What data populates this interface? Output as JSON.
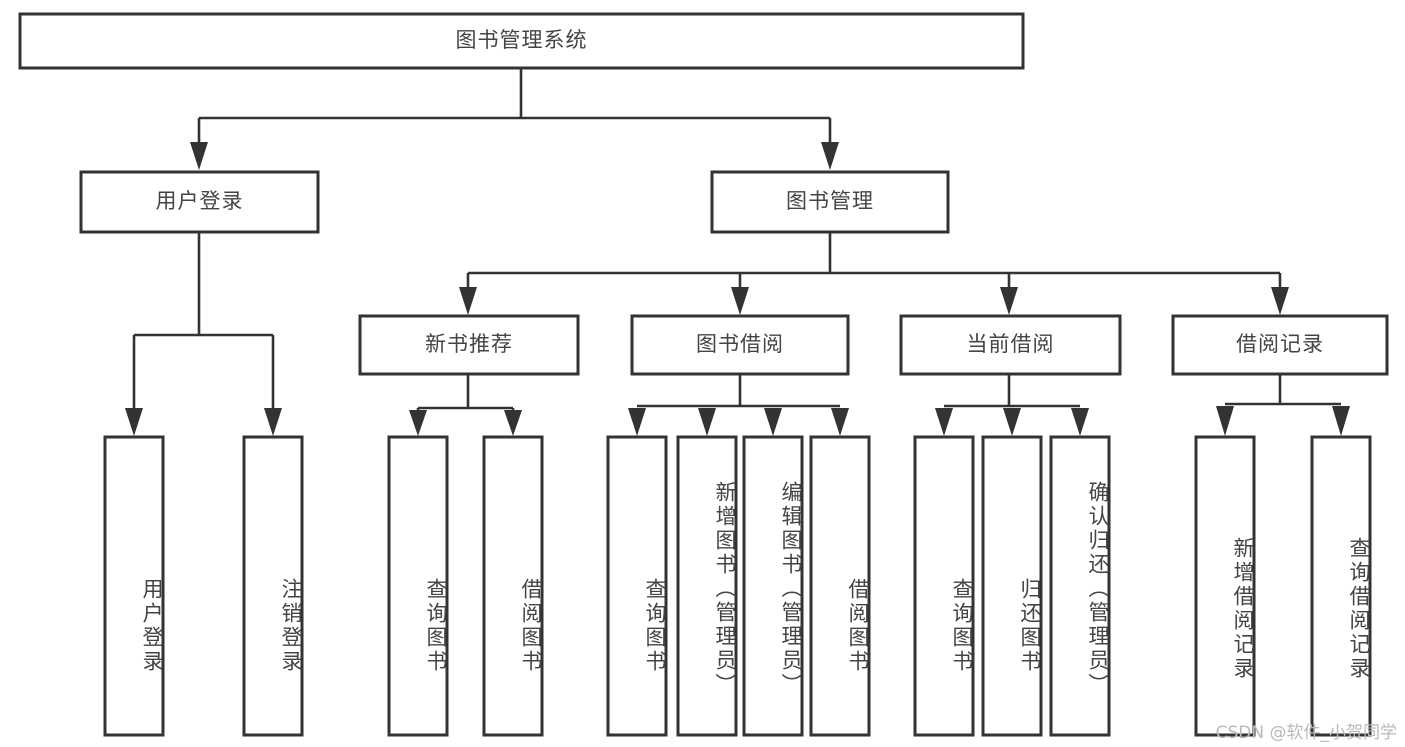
{
  "diagram": {
    "type": "tree",
    "title": "图书管理系统",
    "watermark": "CSDN @软件_小贺同学",
    "nodes": {
      "root": {
        "label": "图书管理系统",
        "level": 0
      },
      "user_login": {
        "label": "用户登录",
        "level": 1
      },
      "book_manage": {
        "label": "图书管理",
        "level": 1
      },
      "new_book_rec": {
        "label": "新书推荐",
        "level": 2
      },
      "book_borrow": {
        "label": "图书借阅",
        "level": 2
      },
      "current_borrow": {
        "label": "当前借阅",
        "level": 2
      },
      "borrow_record": {
        "label": "借阅记录",
        "level": 2
      },
      "leaf_user_login": {
        "label": "用户登录",
        "level": 3
      },
      "leaf_logout": {
        "label": "注销登录",
        "level": 3
      },
      "leaf_query_book_1": {
        "label": "查询图书",
        "level": 3
      },
      "leaf_borrow_book_1": {
        "label": "借阅图书",
        "level": 3
      },
      "leaf_query_book_2": {
        "label": "查询图书",
        "level": 3
      },
      "leaf_add_book": {
        "label": "新增图书（管理员）",
        "level": 3
      },
      "leaf_edit_book": {
        "label": "编辑图书（管理员）",
        "level": 3
      },
      "leaf_borrow_book_2": {
        "label": "借阅图书",
        "level": 3
      },
      "leaf_query_book_3": {
        "label": "查询图书",
        "level": 3
      },
      "leaf_return_book": {
        "label": "归还图书",
        "level": 3
      },
      "leaf_confirm_return": {
        "label": "确认归还（管理员）",
        "level": 3
      },
      "leaf_add_record": {
        "label": "新增借阅记录",
        "level": 3
      },
      "leaf_query_record": {
        "label": "查询借阅记录",
        "level": 3
      }
    },
    "edges": [
      {
        "from": "root",
        "to": "user_login"
      },
      {
        "from": "root",
        "to": "book_manage"
      },
      {
        "from": "user_login",
        "to": "leaf_user_login"
      },
      {
        "from": "user_login",
        "to": "leaf_logout"
      },
      {
        "from": "book_manage",
        "to": "new_book_rec"
      },
      {
        "from": "book_manage",
        "to": "book_borrow"
      },
      {
        "from": "book_manage",
        "to": "current_borrow"
      },
      {
        "from": "book_manage",
        "to": "borrow_record"
      },
      {
        "from": "new_book_rec",
        "to": "leaf_query_book_1"
      },
      {
        "from": "new_book_rec",
        "to": "leaf_borrow_book_1"
      },
      {
        "from": "book_borrow",
        "to": "leaf_query_book_2"
      },
      {
        "from": "book_borrow",
        "to": "leaf_add_book"
      },
      {
        "from": "book_borrow",
        "to": "leaf_edit_book"
      },
      {
        "from": "book_borrow",
        "to": "leaf_borrow_book_2"
      },
      {
        "from": "current_borrow",
        "to": "leaf_query_book_3"
      },
      {
        "from": "current_borrow",
        "to": "leaf_return_book"
      },
      {
        "from": "current_borrow",
        "to": "leaf_confirm_return"
      },
      {
        "from": "borrow_record",
        "to": "leaf_add_record"
      },
      {
        "from": "borrow_record",
        "to": "leaf_query_record"
      }
    ],
    "colors": {
      "box_stroke": "#333333",
      "box_fill": "#ffffff",
      "text": "#444444",
      "background": "#ffffff",
      "watermark": "#b9b9b9"
    }
  }
}
